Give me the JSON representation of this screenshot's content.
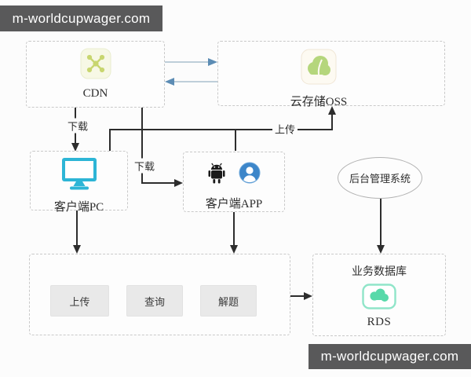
{
  "watermarks": {
    "top": "m-worldcupwager.com",
    "bottom": "m-worldcupwager.com"
  },
  "nodes": {
    "cdn": {
      "label": "CDN"
    },
    "oss": {
      "label": "云存储OSS"
    },
    "pc": {
      "label": "客户端PC"
    },
    "app": {
      "label": "客户端APP"
    },
    "admin": {
      "label": "后台管理系统"
    },
    "db": {
      "title": "业务数据库",
      "label": "RDS"
    }
  },
  "actions": {
    "upload": "上传",
    "query": "查询",
    "solve": "解题"
  },
  "edges": {
    "download_to_pc": "下载",
    "download_to_app": "下载",
    "upload_to_oss": "上传"
  },
  "icons": [
    "cdn-node-icon",
    "cloud-oss-icon",
    "monitor-icon",
    "android-icon",
    "user-icon",
    "rds-icon"
  ],
  "colors": {
    "watermark_bg": "#59595a",
    "connector_line": "#2d2d2d",
    "blue_arrow_line": "#a9bfcd",
    "blue_arrow_head": "#5c8cb4",
    "cdn_green": "#c8d66f",
    "oss_green": "#b5d67c",
    "pc_cyan": "#2db5d6",
    "user_blue": "#3d86c9",
    "android_black": "#1a1a1a",
    "rds_teal": "#57d9a9",
    "dashed_border": "#c9c9c9"
  }
}
